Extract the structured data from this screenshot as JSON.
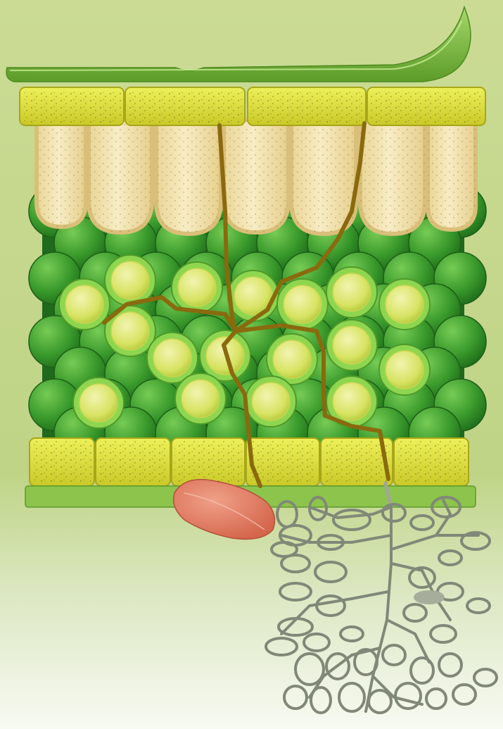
{
  "title": "",
  "labels": [],
  "colors": {
    "background_top": "#cbdb94",
    "background_mid": "#bfd486",
    "background_bottom": "#f7faf2",
    "cuticle": "#7ab83a",
    "epidermis": "#e4e43a",
    "epidermis_edge": "#a7a71a",
    "palisade": "#f4e6b2",
    "palisade_edge": "#d9bf79",
    "spongy": "#3a9a2c",
    "spongy_highlight": "#77cc55",
    "air_space_ring": "#8ed650",
    "air_space_core": "#e8ee7e",
    "vein": "#8a6a0e",
    "root_sketch": "#808878",
    "seed": "#e58066"
  },
  "structures": [
    {
      "id": "cuticle",
      "icon": "cuticle-layer"
    },
    {
      "id": "upper-epidermis",
      "icon": "epidermis-cells"
    },
    {
      "id": "palisade-mesophyll",
      "icon": "palisade-cells"
    },
    {
      "id": "spongy-mesophyll",
      "icon": "spongy-cells"
    },
    {
      "id": "air-spaces",
      "icon": "hollow-cells"
    },
    {
      "id": "vascular-veins",
      "icon": "vein-lines"
    },
    {
      "id": "lower-epidermis",
      "icon": "epidermis-cells"
    },
    {
      "id": "seed",
      "icon": "seed-shape"
    },
    {
      "id": "root-sketch",
      "icon": "root-outline"
    }
  ]
}
